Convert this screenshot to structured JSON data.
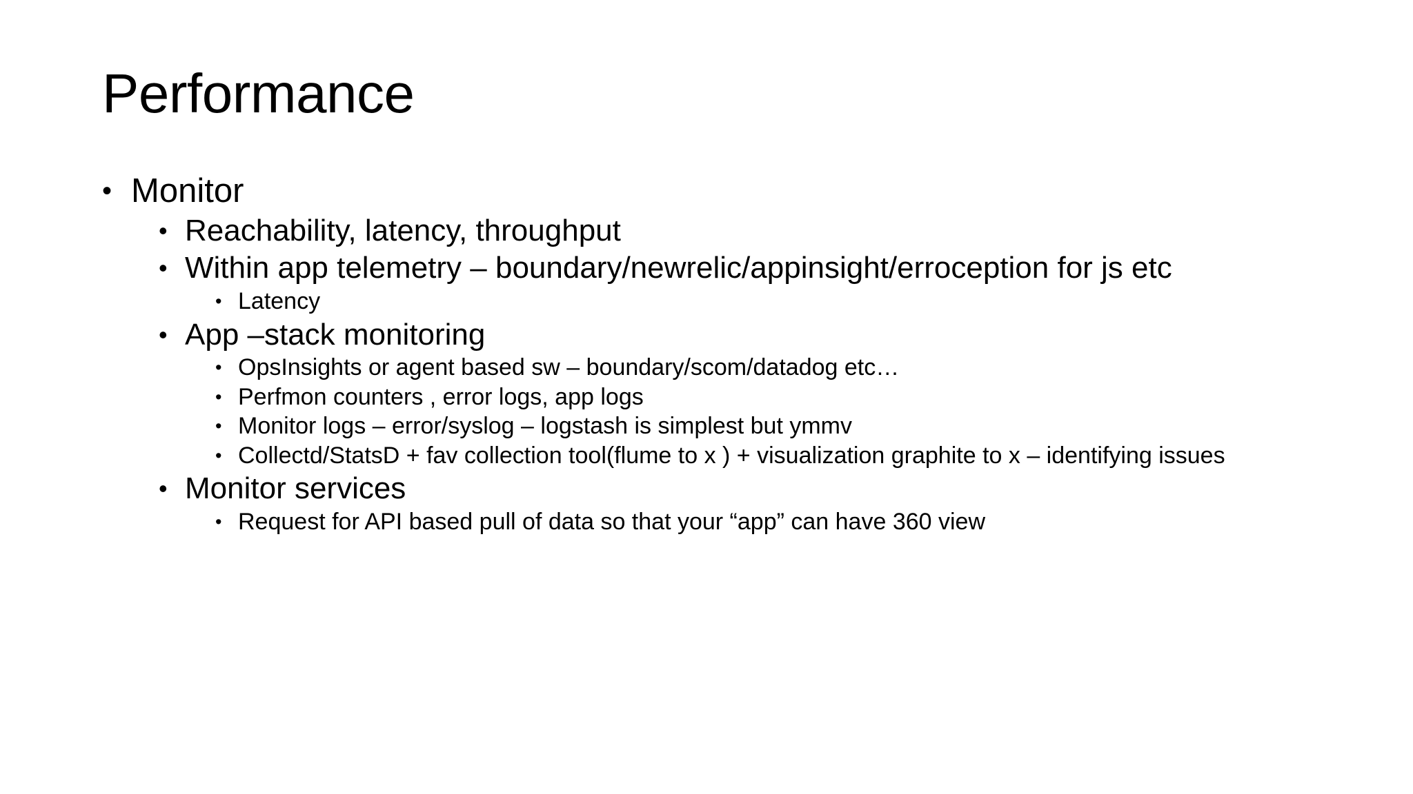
{
  "slide": {
    "title": "Performance",
    "bullet_glyph": "•",
    "text_color": "#000000",
    "background_color": "#ffffff",
    "items": [
      {
        "level": 1,
        "text": "Monitor"
      },
      {
        "level": 2,
        "text": "Reachability, latency, throughput"
      },
      {
        "level": 2,
        "text": "Within app telemetry – boundary/newrelic/appinsight/erroception for js etc"
      },
      {
        "level": 3,
        "text": "Latency"
      },
      {
        "level": 2,
        "text": "App –stack monitoring"
      },
      {
        "level": 3,
        "text": "OpsInsights or agent based sw – boundary/scom/datadog etc…"
      },
      {
        "level": 3,
        "text": "Perfmon counters , error logs, app logs"
      },
      {
        "level": 3,
        "text": "Monitor logs – error/syslog – logstash is simplest but ymmv"
      },
      {
        "level": 3,
        "text": "Collectd/StatsD + fav collection tool(flume to x ) + visualization graphite to x – identifying issues"
      },
      {
        "level": 2,
        "text": "Monitor services"
      },
      {
        "level": 3,
        "text": "Request for API based pull of data so that your “app” can have 360 view"
      }
    ]
  }
}
